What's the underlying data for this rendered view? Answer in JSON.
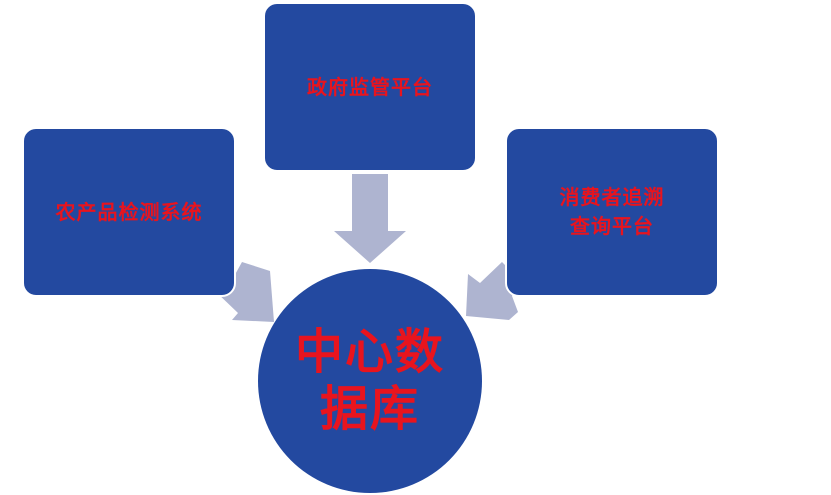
{
  "diagram": {
    "colors": {
      "node_fill": "#2349a0",
      "label_color": "#e8141e",
      "arrow_color": "#aeb4d0"
    },
    "nodes": {
      "left": {
        "label": "农产品检测系统"
      },
      "top": {
        "label": "政府监管平台"
      },
      "right": {
        "label": "消费者追溯\n查询平台"
      },
      "center": {
        "label": "中心数\n据库"
      }
    },
    "edges": [
      {
        "from": "农产品检测系统",
        "to": "中心数据库"
      },
      {
        "from": "政府监管平台",
        "to": "中心数据库"
      },
      {
        "from": "消费者追溯查询平台",
        "to": "中心数据库"
      }
    ]
  }
}
